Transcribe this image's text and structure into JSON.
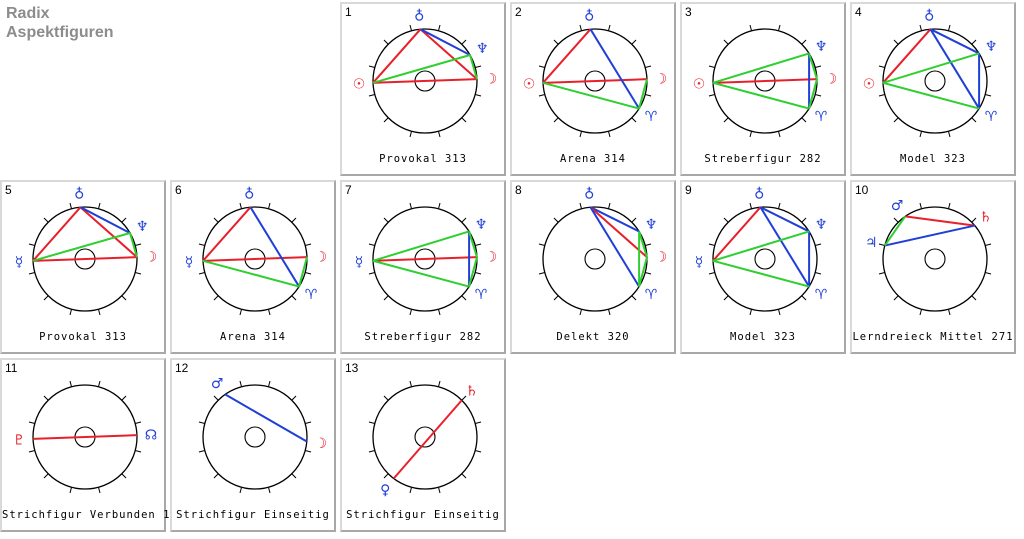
{
  "header": {
    "line1": "Radix",
    "line2": "Aspektfiguren"
  },
  "colors": {
    "red": "#e8202a",
    "green": "#2ecf2e",
    "blue": "#1f3fd6",
    "circle": "#000000",
    "gray": "#8c8c8c"
  },
  "cells": [
    {
      "number": "1",
      "caption": "Provokal 313",
      "planets": [
        {
          "s": "♁",
          "a": 95,
          "c": "blue"
        },
        {
          "s": "♆",
          "a": 30,
          "c": "blue"
        },
        {
          "s": "☽",
          "a": 2,
          "c": "red"
        },
        {
          "s": "☉",
          "a": 182,
          "c": "red"
        }
      ],
      "lines": [
        {
          "a": 95,
          "b": 2,
          "c": "red"
        },
        {
          "a": 95,
          "b": 182,
          "c": "red"
        },
        {
          "a": 182,
          "b": 2,
          "c": "red"
        },
        {
          "a": 95,
          "b": 30,
          "c": "blue"
        },
        {
          "a": 182,
          "b": 30,
          "c": "green"
        },
        {
          "a": 30,
          "b": 2,
          "c": "green"
        }
      ]
    },
    {
      "number": "2",
      "caption": "Arena 314",
      "planets": [
        {
          "s": "♁",
          "a": 95,
          "c": "blue"
        },
        {
          "s": "☽",
          "a": 2,
          "c": "red"
        },
        {
          "s": "♈",
          "a": -32,
          "c": "blue"
        },
        {
          "s": "☉",
          "a": 182,
          "c": "red"
        }
      ],
      "lines": [
        {
          "a": 95,
          "b": 182,
          "c": "red"
        },
        {
          "a": 182,
          "b": 2,
          "c": "red"
        },
        {
          "a": 95,
          "b": -32,
          "c": "blue"
        },
        {
          "a": 182,
          "b": -32,
          "c": "green"
        },
        {
          "a": 2,
          "b": -32,
          "c": "green"
        }
      ]
    },
    {
      "number": "3",
      "caption": "Streberfigur 282",
      "planets": [
        {
          "s": "♆",
          "a": 32,
          "c": "blue"
        },
        {
          "s": "☽",
          "a": 2,
          "c": "red"
        },
        {
          "s": "♈",
          "a": -32,
          "c": "blue"
        },
        {
          "s": "☉",
          "a": 182,
          "c": "red"
        }
      ],
      "lines": [
        {
          "a": 182,
          "b": 2,
          "c": "red"
        },
        {
          "a": 182,
          "b": 32,
          "c": "green"
        },
        {
          "a": 182,
          "b": -32,
          "c": "green"
        },
        {
          "a": 32,
          "b": -32,
          "c": "blue"
        },
        {
          "a": 32,
          "b": 2,
          "c": "green"
        },
        {
          "a": 2,
          "b": -32,
          "c": "green"
        }
      ]
    },
    {
      "number": "4",
      "caption": "Model 323",
      "planets": [
        {
          "s": "♁",
          "a": 95,
          "c": "blue"
        },
        {
          "s": "♆",
          "a": 32,
          "c": "blue"
        },
        {
          "s": "♈",
          "a": -32,
          "c": "blue"
        },
        {
          "s": "☉",
          "a": 182,
          "c": "red"
        }
      ],
      "lines": [
        {
          "a": 95,
          "b": 182,
          "c": "red"
        },
        {
          "a": 95,
          "b": 32,
          "c": "blue"
        },
        {
          "a": 95,
          "b": -32,
          "c": "blue"
        },
        {
          "a": 32,
          "b": -32,
          "c": "blue"
        },
        {
          "a": 182,
          "b": 32,
          "c": "green"
        },
        {
          "a": 182,
          "b": -32,
          "c": "green"
        }
      ]
    },
    {
      "number": "5",
      "caption": "Provokal 313",
      "planets": [
        {
          "s": "♁",
          "a": 95,
          "c": "blue"
        },
        {
          "s": "♆",
          "a": 30,
          "c": "blue"
        },
        {
          "s": "☽",
          "a": 2,
          "c": "red"
        },
        {
          "s": "☿",
          "a": 182,
          "c": "blue"
        }
      ],
      "lines": [
        {
          "a": 95,
          "b": 2,
          "c": "red"
        },
        {
          "a": 95,
          "b": 182,
          "c": "red"
        },
        {
          "a": 182,
          "b": 2,
          "c": "red"
        },
        {
          "a": 95,
          "b": 30,
          "c": "blue"
        },
        {
          "a": 182,
          "b": 30,
          "c": "green"
        },
        {
          "a": 30,
          "b": 2,
          "c": "green"
        }
      ]
    },
    {
      "number": "6",
      "caption": "Arena 314",
      "planets": [
        {
          "s": "♁",
          "a": 95,
          "c": "blue"
        },
        {
          "s": "☽",
          "a": 2,
          "c": "red"
        },
        {
          "s": "♈",
          "a": -32,
          "c": "blue"
        },
        {
          "s": "☿",
          "a": 182,
          "c": "blue"
        }
      ],
      "lines": [
        {
          "a": 95,
          "b": 182,
          "c": "red"
        },
        {
          "a": 182,
          "b": 2,
          "c": "red"
        },
        {
          "a": 95,
          "b": -32,
          "c": "blue"
        },
        {
          "a": 182,
          "b": -32,
          "c": "green"
        },
        {
          "a": 2,
          "b": -32,
          "c": "green"
        }
      ]
    },
    {
      "number": "7",
      "caption": "Streberfigur 282",
      "planets": [
        {
          "s": "♆",
          "a": 32,
          "c": "blue"
        },
        {
          "s": "☽",
          "a": 2,
          "c": "red"
        },
        {
          "s": "♈",
          "a": -32,
          "c": "blue"
        },
        {
          "s": "☿",
          "a": 182,
          "c": "blue"
        }
      ],
      "lines": [
        {
          "a": 182,
          "b": 2,
          "c": "red"
        },
        {
          "a": 182,
          "b": 32,
          "c": "green"
        },
        {
          "a": 182,
          "b": -32,
          "c": "green"
        },
        {
          "a": 32,
          "b": -32,
          "c": "blue"
        },
        {
          "a": 32,
          "b": 2,
          "c": "green"
        },
        {
          "a": 2,
          "b": -32,
          "c": "green"
        }
      ]
    },
    {
      "number": "8",
      "caption": "Delekt 320",
      "planets": [
        {
          "s": "♁",
          "a": 95,
          "c": "blue"
        },
        {
          "s": "♆",
          "a": 32,
          "c": "blue"
        },
        {
          "s": "☽",
          "a": 2,
          "c": "red"
        },
        {
          "s": "♈",
          "a": -32,
          "c": "blue"
        }
      ],
      "lines": [
        {
          "a": 95,
          "b": 32,
          "c": "blue"
        },
        {
          "a": 95,
          "b": 2,
          "c": "red"
        },
        {
          "a": 95,
          "b": -32,
          "c": "blue"
        },
        {
          "a": 32,
          "b": -32,
          "c": "green"
        },
        {
          "a": 32,
          "b": 2,
          "c": "green"
        },
        {
          "a": 2,
          "b": -32,
          "c": "green"
        }
      ]
    },
    {
      "number": "9",
      "caption": "Model 323",
      "planets": [
        {
          "s": "♁",
          "a": 95,
          "c": "blue"
        },
        {
          "s": "♆",
          "a": 32,
          "c": "blue"
        },
        {
          "s": "♈",
          "a": -32,
          "c": "blue"
        },
        {
          "s": "☿",
          "a": 182,
          "c": "blue"
        }
      ],
      "lines": [
        {
          "a": 95,
          "b": 182,
          "c": "red"
        },
        {
          "a": 95,
          "b": 32,
          "c": "blue"
        },
        {
          "a": 95,
          "b": -32,
          "c": "blue"
        },
        {
          "a": 32,
          "b": -32,
          "c": "blue"
        },
        {
          "a": 182,
          "b": 32,
          "c": "green"
        },
        {
          "a": 182,
          "b": -32,
          "c": "green"
        }
      ]
    },
    {
      "number": "10",
      "caption": "Lerndreieck Mittel 271",
      "planets": [
        {
          "s": "♂",
          "a": 125,
          "c": "blue"
        },
        {
          "s": "♄",
          "a": 40,
          "c": "red"
        },
        {
          "s": "♃",
          "a": 165,
          "c": "blue"
        }
      ],
      "lines": [
        {
          "a": 125,
          "b": 40,
          "c": "red"
        },
        {
          "a": 165,
          "b": 40,
          "c": "blue"
        },
        {
          "a": 165,
          "b": 125,
          "c": "green"
        }
      ]
    },
    {
      "number": "11",
      "caption": "Strichfigur Verbunden 1",
      "planets": [
        {
          "s": "♇",
          "a": 182,
          "c": "red"
        },
        {
          "s": "☊",
          "a": 2,
          "c": "blue"
        }
      ],
      "lines": [
        {
          "a": 182,
          "b": 2,
          "c": "red"
        }
      ]
    },
    {
      "number": "12",
      "caption": "Strichfigur Einseitig",
      "planets": [
        {
          "s": "♂",
          "a": 125,
          "c": "blue"
        },
        {
          "s": "☽",
          "a": -5,
          "c": "red"
        }
      ],
      "lines": [
        {
          "a": 125,
          "b": -5,
          "c": "blue"
        }
      ]
    },
    {
      "number": "13",
      "caption": "Strichfigur Einseitig",
      "planets": [
        {
          "s": "♄",
          "a": 45,
          "c": "red"
        },
        {
          "s": "♀",
          "a": 233,
          "c": "blue"
        }
      ],
      "lines": [
        {
          "a": 45,
          "b": 233,
          "c": "red"
        }
      ]
    }
  ]
}
